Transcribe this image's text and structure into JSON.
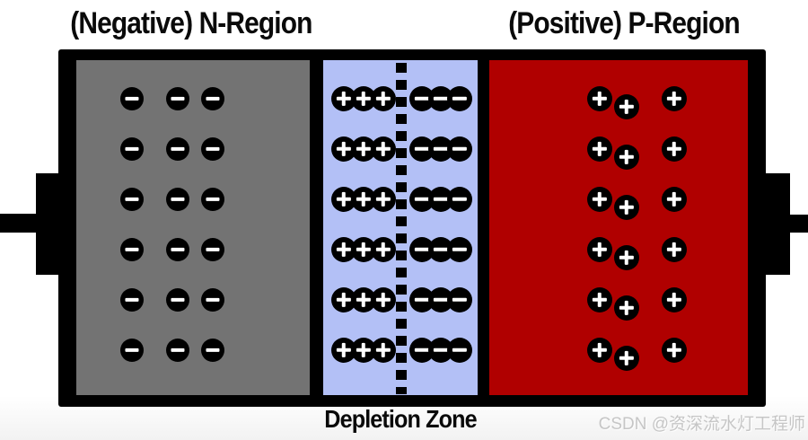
{
  "titles": {
    "n_region": "(Negative) N-Region",
    "p_region": "(Positive) P-Region"
  },
  "labels": {
    "depletion_zone": "Depletion Zone"
  },
  "watermark": {
    "text": "CSDN @资深流水灯工程师"
  },
  "colors": {
    "n_region_fill": "#737373",
    "depletion_fill": "#b3c0f6",
    "p_region_fill": "#b00000",
    "outline": "#000000",
    "symbol": "#ffffff",
    "title_text": "#0a0a0a",
    "watermark_text": "#c6c6c6"
  },
  "diagram": {
    "description": "PN junction diode: N-region electrons (minus), depletion zone positive/negative ion rows split by dashed junction line, P-region holes (plus)",
    "junction_divider_style": "dashed",
    "rows_y": [
      110,
      166,
      222,
      278,
      334,
      390
    ],
    "groups": [
      {
        "name": "n-region-electron",
        "symbol": "minus",
        "cols_x": [
          147,
          198,
          237
        ],
        "radius": 13,
        "middle_dy": 0
      },
      {
        "name": "depletion-positive-ion",
        "symbol": "plus",
        "cols_x": [
          383,
          405,
          427
        ],
        "radius": 14,
        "middle_dy": 0
      },
      {
        "name": "depletion-negative-ion",
        "symbol": "minus",
        "cols_x": [
          470,
          491,
          512
        ],
        "radius": 14,
        "middle_dy": 0
      },
      {
        "name": "p-region-hole",
        "symbol": "plus",
        "cols_x": [
          668,
          698,
          751
        ],
        "radius": 14,
        "middle_dy": 9
      }
    ]
  }
}
